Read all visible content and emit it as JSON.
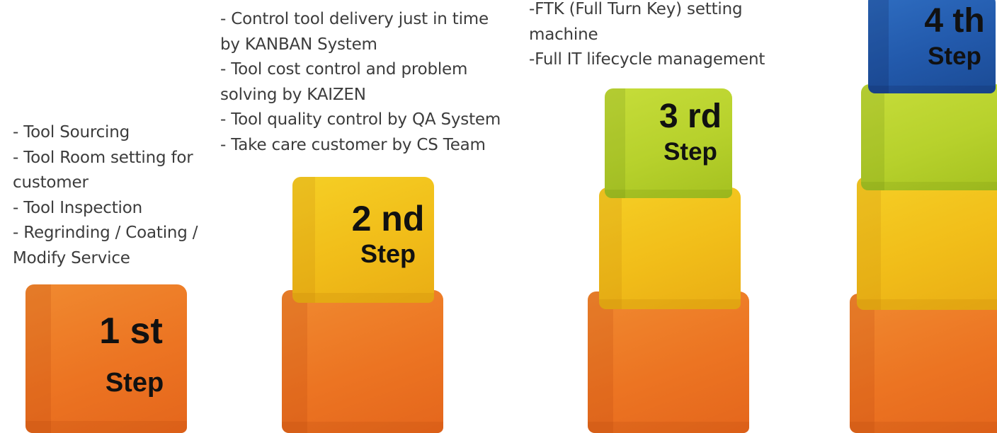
{
  "steps": [
    {
      "number": "1 st",
      "word": "Step",
      "lines": [
        "- Tool Sourcing",
        "- Tool Room setting for",
        "customer",
        "- Tool Inspection",
        "- Regrinding / Coating /",
        "Modify Service"
      ]
    },
    {
      "number": "2 nd",
      "word": "Step",
      "lines": [
        "- Control tool delivery just in time",
        "by KANBAN System",
        "- Tool cost control and problem",
        "solving by KAIZEN",
        "- Tool quality control by QA System",
        "- Take care customer by CS Team"
      ]
    },
    {
      "number": "3 rd",
      "word": "Step",
      "lines": [
        "-FTK (Full Turn Key) setting",
        "machine",
        "-Full IT lifecycle management"
      ]
    },
    {
      "number": "4 th",
      "word": "Step",
      "lines": []
    }
  ],
  "colors": {
    "orange": "#ec7422",
    "yellow": "#f1bd19",
    "green": "#b7d12c",
    "blue": "#2259ab"
  }
}
